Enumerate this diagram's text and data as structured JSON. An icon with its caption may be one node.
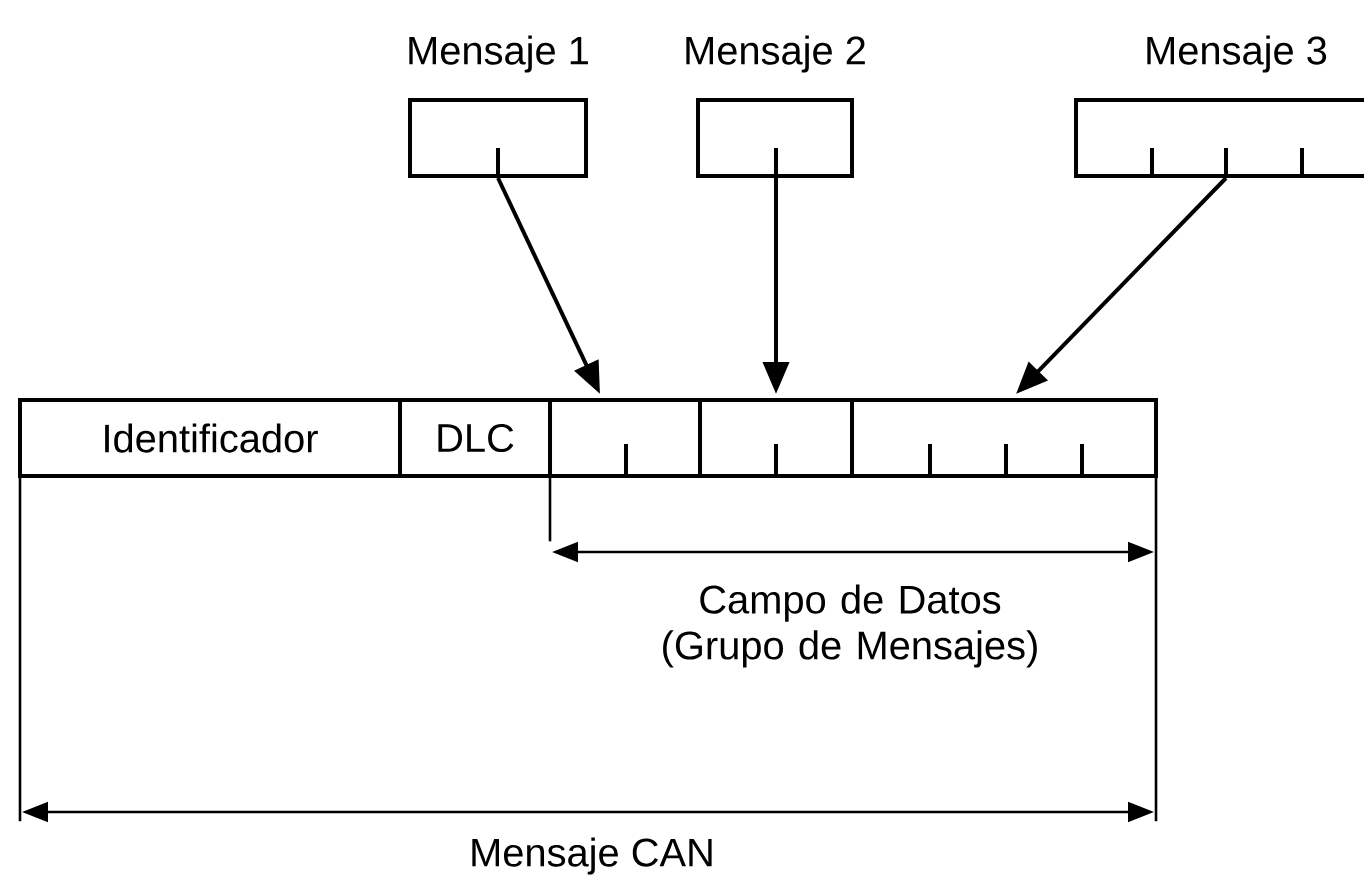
{
  "diagram": {
    "nodes": [
      {
        "text": [
          "Identificador"
        ]
      },
      {
        "text": [
          "DLC"
        ]
      },
      {
        "text": [],
        "shape": "box"
      },
      {
        "text": [],
        "shape": "box"
      },
      {
        "text": [],
        "shape": "box"
      },
      {
        "text": [
          "Mensaje 1"
        ]
      },
      {
        "text": [
          "Mensaje 2"
        ]
      },
      {
        "text": [
          "Mensaje 3"
        ]
      }
    ],
    "edges": [
      {
        "from": 5,
        "to": 2,
        "arrow": "to"
      },
      {
        "from": 6,
        "to": 3,
        "arrow": "to"
      },
      {
        "from": 7,
        "to": 4,
        "arrow": "to"
      }
    ],
    "labels": [
      "Campo de Datos (Grupo de Mensajes)",
      "Mensaje CAN"
    ]
  }
}
